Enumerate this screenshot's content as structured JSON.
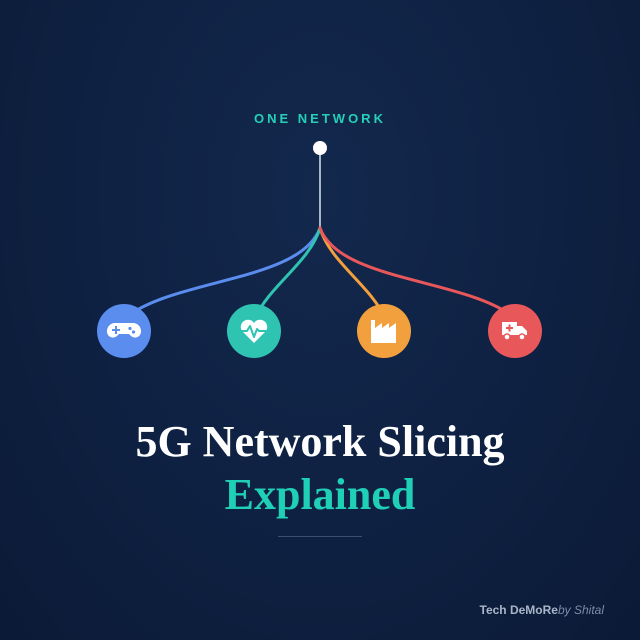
{
  "header": {
    "label": "ONE NETWORK"
  },
  "diagram": {
    "source_color": "#ffffff",
    "trunk_color": "#aab4c4",
    "slices": [
      {
        "icon": "gamepad-icon",
        "color": "#5b8def"
      },
      {
        "icon": "heartbeat-icon",
        "color": "#2fc4b2"
      },
      {
        "icon": "factory-icon",
        "color": "#f2a03d"
      },
      {
        "icon": "ambulance-icon",
        "color": "#e8585b"
      }
    ]
  },
  "title": {
    "line1": "5G Network Slicing",
    "line2": "Explained"
  },
  "credit": {
    "brand": "Tech DeMoRe",
    "by": "by Shital"
  }
}
